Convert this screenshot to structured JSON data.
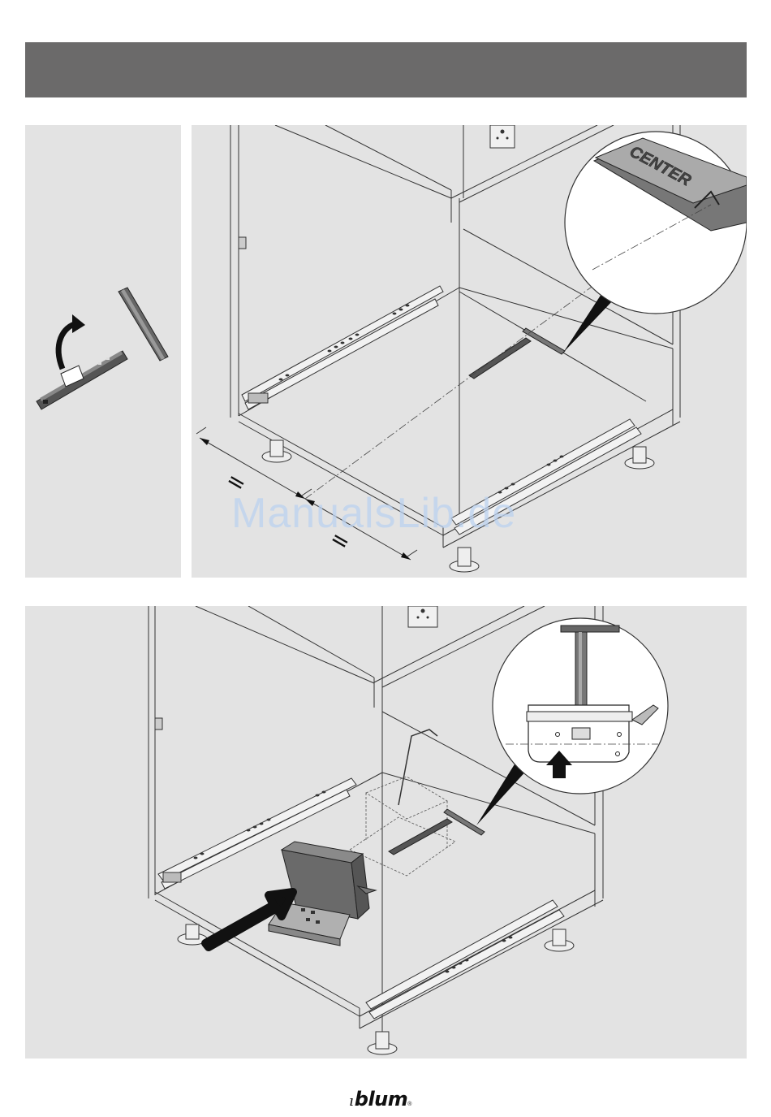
{
  "brand": {
    "logo_text": "blum",
    "registered_mark": "®"
  },
  "watermark": {
    "text": "ManualsLib.de"
  },
  "detail_label": {
    "text": "CENTER"
  },
  "dimension_marks": {
    "equal_sign_1": "=",
    "equal_sign_2": "="
  },
  "colors": {
    "header_bar": "#6b6a6a",
    "panel_background": "#e3e3e3",
    "line": "#333333"
  }
}
